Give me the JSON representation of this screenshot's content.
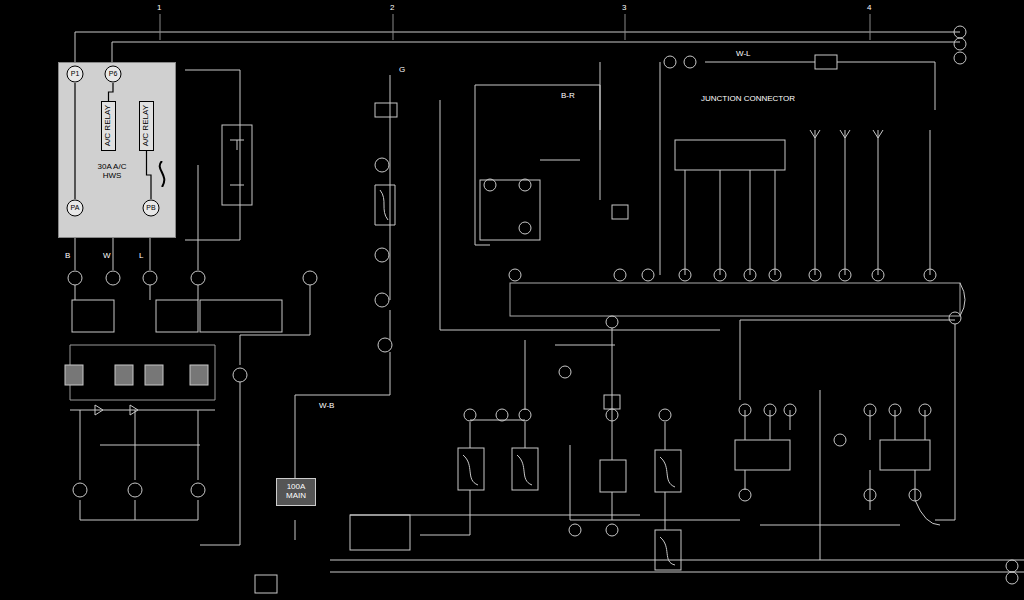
{
  "diagram": {
    "nodes": [
      {
        "text": [
          "30A A/C HWS"
        ]
      },
      {
        "text": [
          "P1"
        ],
        "in": 0
      },
      {
        "text": [
          "P6"
        ],
        "in": 0
      },
      {
        "text": [
          "A/C RELAY"
        ],
        "in": 0
      },
      {
        "text": [
          "A/C RELAY"
        ],
        "in": 0
      },
      {
        "text": [
          "PA"
        ],
        "in": 0
      },
      {
        "text": [
          "PB"
        ],
        "in": 0
      },
      {
        "text": [
          "100A MAIN"
        ]
      }
    ],
    "edges": [
      {
        "from": 1,
        "to": 5,
        "arrow": "none"
      },
      {
        "from": 2,
        "to": 3,
        "arrow": "none"
      },
      {
        "from": 4,
        "to": 6,
        "arrow": "none"
      }
    ],
    "labels": [
      "1",
      "2",
      "3",
      "4",
      "W-L",
      "B",
      "W",
      "L",
      "G",
      "B-R",
      "JUNCTION CONNECTOR",
      "W-B"
    ]
  }
}
